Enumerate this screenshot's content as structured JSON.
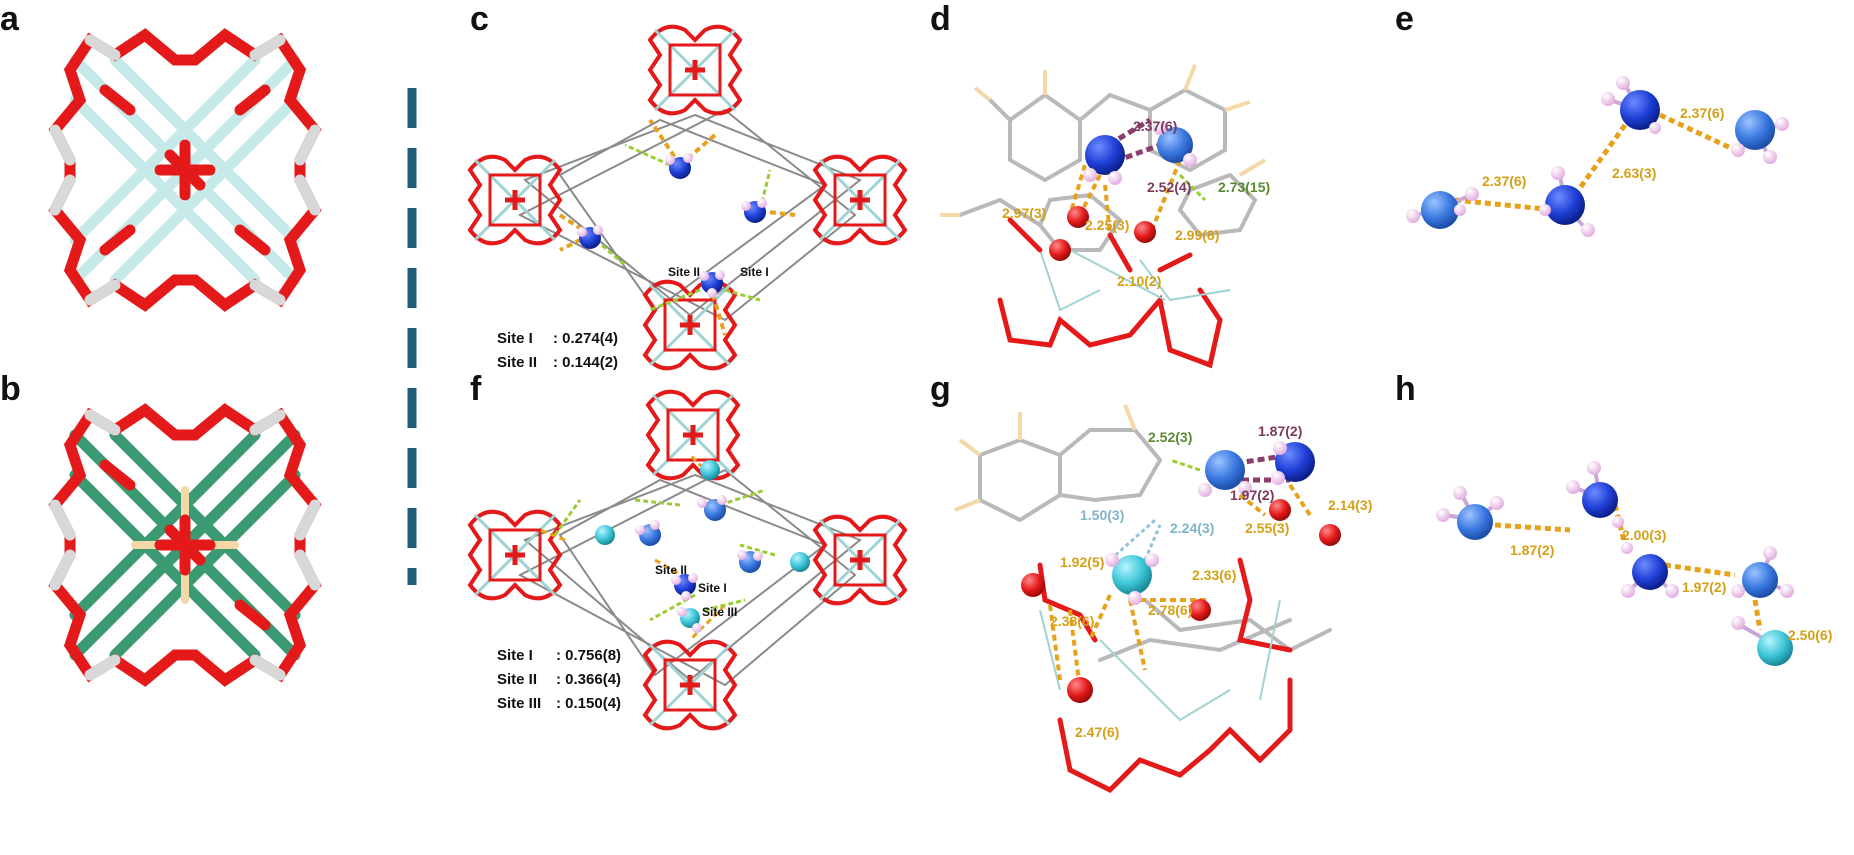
{
  "panels": {
    "a": "a",
    "b": "b",
    "c": "c",
    "d": "d",
    "e": "e",
    "f": "f",
    "g": "g",
    "h": "h"
  },
  "panel_c": {
    "site_labels": [
      "Site II",
      "Site I"
    ],
    "occupancy": [
      {
        "label": "Site I",
        "value": ": 0.274(4)"
      },
      {
        "label": "Site II",
        "value": ": 0.144(2)"
      }
    ]
  },
  "panel_d": {
    "distances": [
      "2.37(6)",
      "2.52(4)",
      "2.73(15)",
      "2.97(3)",
      "2.25(3)",
      "2.99(8)",
      "2.10(2)"
    ]
  },
  "panel_e": {
    "distances": [
      "2.37(6)",
      "2.63(3)",
      "2.37(6)"
    ]
  },
  "panel_f": {
    "site_labels": [
      "Site II",
      "Site I",
      "Site III"
    ],
    "occupancy": [
      {
        "label": "Site I",
        "value": ": 0.756(8)"
      },
      {
        "label": "Site II",
        "value": ": 0.366(4)"
      },
      {
        "label": "Site III",
        "value": ": 0.150(4)"
      }
    ]
  },
  "panel_g": {
    "distances": [
      "2.52(3)",
      "1.87(2)",
      "1.97(2)",
      "2.14(3)",
      "1.50(3)",
      "2.24(3)",
      "2.55(3)",
      "1.92(5)",
      "2.33(6)",
      "2.38(6)",
      "2.78(6)",
      "2.47(6)"
    ]
  },
  "panel_h": {
    "distances": [
      "2.00(3)",
      "1.87(2)",
      "1.97(2)",
      "2.50(6)"
    ]
  },
  "colors": {
    "oxygen": "#e41a1a",
    "carbon": "#d8d8d8",
    "metal_site_a": "#c6eaea",
    "metal_site_b": "#3c9a72",
    "nitrogen": "#1f3fd6",
    "nitrogen_light": "#3a78e0",
    "site_iii": "#3cc6d8",
    "hydrogen": "#f0c8ec",
    "hbond_orange": "#e8a11a",
    "hbond_green": "#9acd32",
    "hbond_purple": "#8c3e6a",
    "hbond_lightblue": "#8fc4d8",
    "divider": "#1f5f7a",
    "label_gold": "#d4a017",
    "label_purple": "#7a3a5e",
    "label_green": "#5a8a32",
    "label_lightblue": "#7fb4c8"
  }
}
